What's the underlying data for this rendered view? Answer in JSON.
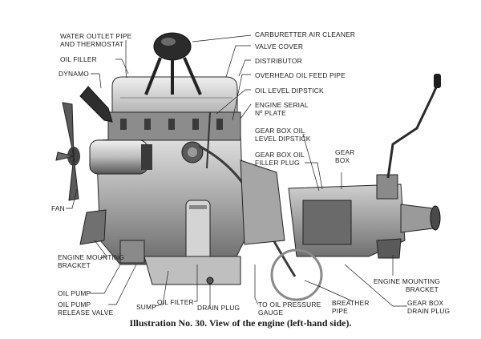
{
  "labels": {
    "water_outlet_line1": "WATER OUTLET PIPE",
    "water_outlet_line2": "AND THERMOSTAT",
    "oil_filler": "OIL FILLER",
    "dynamo": "DYNAMO",
    "fan": "FAN",
    "engine_mounting_bracket_left_line1": "ENGINE MOUNTING",
    "engine_mounting_bracket_left_line2": "BRACKET",
    "oil_pump": "OIL PUMP",
    "oil_pump_release_line1": "OIL PUMP",
    "oil_pump_release_line2": "RELEASE VALVE",
    "sump": "SUMP",
    "oil_filter": "OIL FILTER",
    "drain_plug": "DRAIN PLUG",
    "to_oil_pressure_line1": "TO OIL PRESSURE",
    "to_oil_pressure_line2": "GAUGE",
    "breather_line1": "BREATHER",
    "breather_line2": "PIPE",
    "gear_box_drain_line1": "GEAR BOX",
    "gear_box_drain_line2": "DRAIN PLUG",
    "engine_mounting_bracket_right_line1": "ENGINE MOUNTING",
    "engine_mounting_bracket_right_line2": "BRACKET",
    "carburetter_air_cleaner": "CARBURETTER AIR CLEANER",
    "valve_cover": "VALVE COVER",
    "distributor": "DISTRIBUTOR",
    "overhead_oil_feed_pipe": "OVERHEAD OIL FEED PIPE",
    "oil_level_dipstick": "OIL LEVEL DIPSTICK",
    "engine_serial_line1": "ENGINE SERIAL",
    "engine_serial_line2": "Nº PLATE",
    "gear_box_oil_level_line1": "GEAR BOX OIL",
    "gear_box_oil_level_line2": "LEVEL DIPSTICK",
    "gear_box_oil_filler_line1": "GEAR BOX OIL",
    "gear_box_oil_filler_line2": "FILLER PLUG",
    "gear_line1": "GEAR",
    "gear_line2": "BOX"
  },
  "caption": "Illustration No. 30.  View of the engine (left-hand side).",
  "colors": {
    "ink": "#1a1a1a",
    "metal_light": "#cfcfcf",
    "metal_mid": "#9a9a9a",
    "metal_dark": "#4a4a4a",
    "highlight_circle": "#8a8a8a"
  }
}
